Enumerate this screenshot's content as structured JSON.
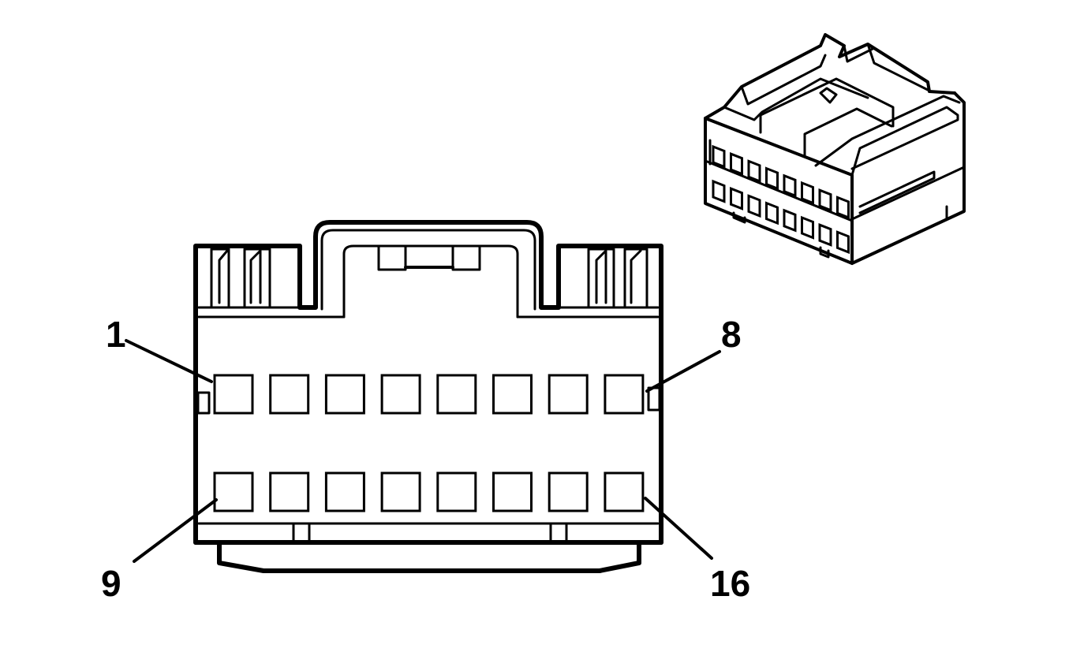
{
  "diagram": {
    "ink_color": "#000000",
    "background_color": "#ffffff",
    "pin_labels": {
      "top_left": "1",
      "top_right": "8",
      "bottom_left": "9",
      "bottom_right": "16"
    },
    "rows": [
      {
        "name": "top",
        "first_pin": 1,
        "last_pin": 8,
        "cavity_count": 8
      },
      {
        "name": "bottom",
        "first_pin": 9,
        "last_pin": 16,
        "cavity_count": 8
      }
    ]
  }
}
